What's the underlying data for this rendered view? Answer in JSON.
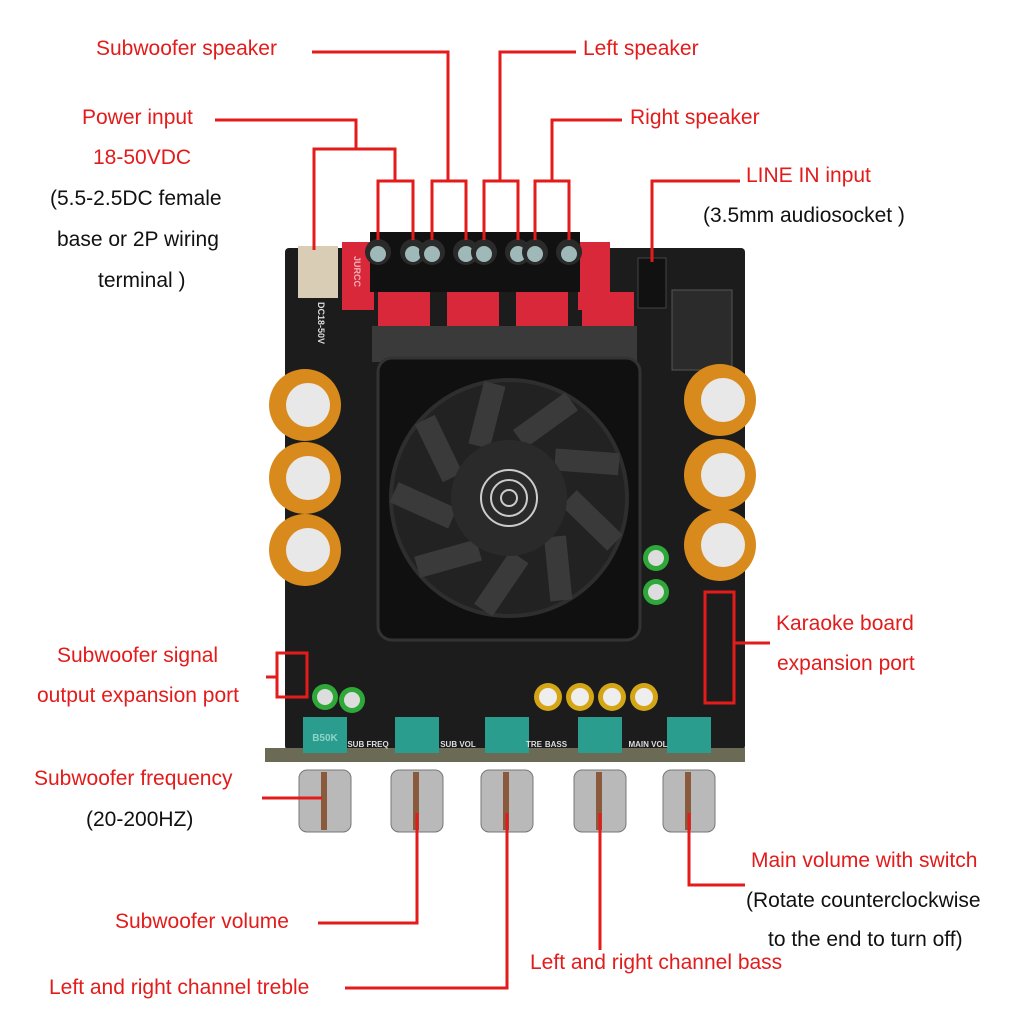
{
  "colors": {
    "callout": "#e31b1b",
    "board": "#1c1c1c",
    "capacitor": "#d98a1c",
    "knob": "#b9b9b9"
  },
  "labels": {
    "subwoofer_speaker": "Subwoofer speaker",
    "left_speaker": "Left speaker",
    "right_speaker": "Right speaker",
    "power_input": "Power input",
    "power_voltage": "18-50VDC",
    "power_note_1": "(5.5-2.5DC female",
    "power_note_2": "base or 2P wiring",
    "power_note_3": "terminal )",
    "line_in": "LINE IN input",
    "line_in_note": "(3.5mm audiosocket )",
    "karaoke_1": "Karaoke board",
    "karaoke_2": "expansion port",
    "sub_signal_1": "Subwoofer signal",
    "sub_signal_2": "output expansion port",
    "sub_freq": "Subwoofer frequency",
    "sub_freq_range": "(20-200HZ)",
    "sub_volume": "Subwoofer volume",
    "treble": "Left and right channel treble",
    "bass": "Left and right channel bass",
    "main_volume": "Main volume with switch",
    "main_note_1": "(Rotate counterclockwise",
    "main_note_2": "to the end to turn off)"
  },
  "board": {
    "terminal_brand": "JURCC",
    "input_marking": "DC18-50V",
    "knob_markings": [
      "SUB FREQ",
      "SUB VOL",
      "TRE",
      "BASS",
      "MAIN VOL"
    ],
    "pot_marking": "B50K"
  }
}
